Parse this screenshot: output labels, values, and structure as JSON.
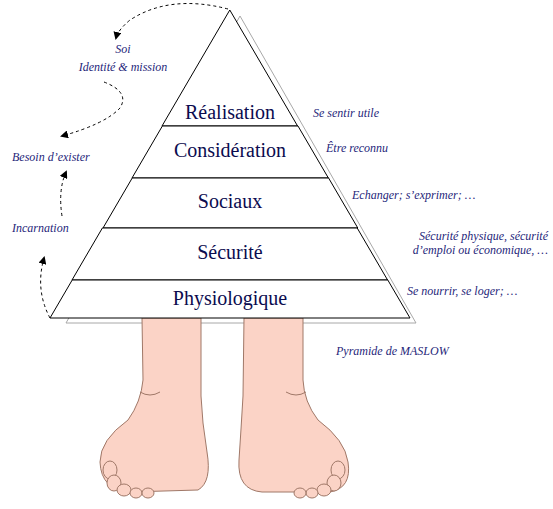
{
  "diagram": {
    "caption": "Pyramide de MASLOW",
    "nodes": [
      {
        "text": [
          "Réalisation"
        ]
      },
      {
        "text": [
          "Considération"
        ]
      },
      {
        "text": [
          "Sociaux"
        ]
      },
      {
        "text": [
          "Sécurité"
        ]
      },
      {
        "text": [
          "Physiologique"
        ]
      }
    ],
    "labels": [
      "Se sentir utile",
      "Être reconnu",
      "Echanger; s’exprimer; …",
      "Sécurité physique, sécurité d’emploi ou économique, …",
      "Se nourrir, se loger; …",
      "Soi",
      "Identité & mission",
      "Besoin d’exister",
      "Incarnation"
    ]
  }
}
